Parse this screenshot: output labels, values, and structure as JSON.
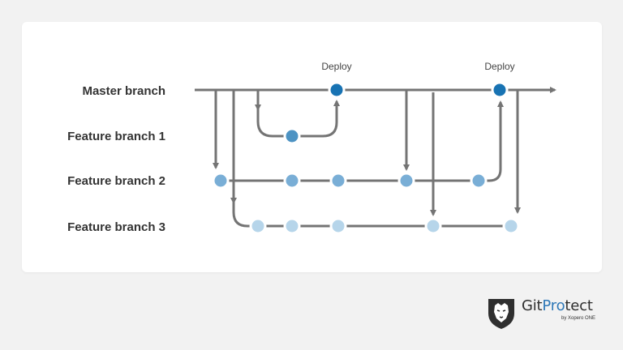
{
  "diagram": {
    "branches": {
      "master": "Master branch",
      "feature1": "Feature branch 1",
      "feature2": "Feature branch 2",
      "feature3": "Feature branch 3"
    },
    "deploy_labels": [
      "Deploy",
      "Deploy"
    ]
  },
  "logo": {
    "name_part1": "Git",
    "name_part2": "Pro",
    "name_part3": "tect",
    "subtitle": "by Xopero ONE"
  },
  "colors": {
    "background": "#f2f2f2",
    "card": "#ffffff",
    "line": "#747474",
    "master_commit": "#1873b3",
    "feature1_commit": "#4d93c3",
    "feature2_commit": "#79aed6",
    "feature3_commit": "#b6d5ea",
    "brand_accent": "#2e78b7"
  }
}
